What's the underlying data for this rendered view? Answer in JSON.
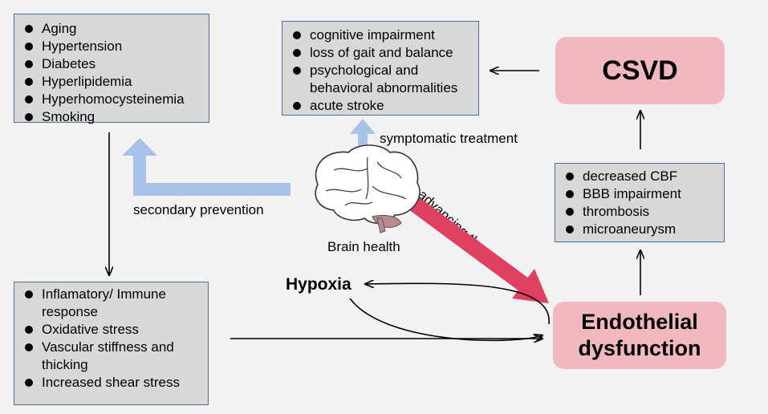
{
  "risk_factors": [
    "Aging",
    "Hypertension",
    "Diabetes",
    "Hyperlipidemia",
    "Hyperhomocysteinemia",
    "Smoking"
  ],
  "symptoms": [
    "cognitive impairment",
    "loss of gait and balance",
    "psychological and behavioral abnormalities",
    "acute stroke"
  ],
  "csvd": "CSVD",
  "vascular_changes": [
    "decreased CBF",
    "BBB impairment",
    "thrombosis",
    "microaneurysm"
  ],
  "mechanisms": [
    "Inflamatory/ Immune response",
    "Oxidative stress",
    "Vascular stiffness  and thicking",
    "Increased shear stress"
  ],
  "endothelial": "Endothelial dysfunction",
  "hypoxia": "Hypoxia",
  "brain_health": "Brain health",
  "symptomatic_treatment": "symptomatic treatment",
  "secondary_prevention": "secondary prevention",
  "advancing_therapy": "advancing therapy",
  "icons": [
    "brain-icon"
  ],
  "colors": {
    "blue_arrow": "#a9c3e8",
    "red_arrow": "#e0405f",
    "pink_box": "#f2b8c0",
    "gray_box": "#d8d8d8"
  }
}
